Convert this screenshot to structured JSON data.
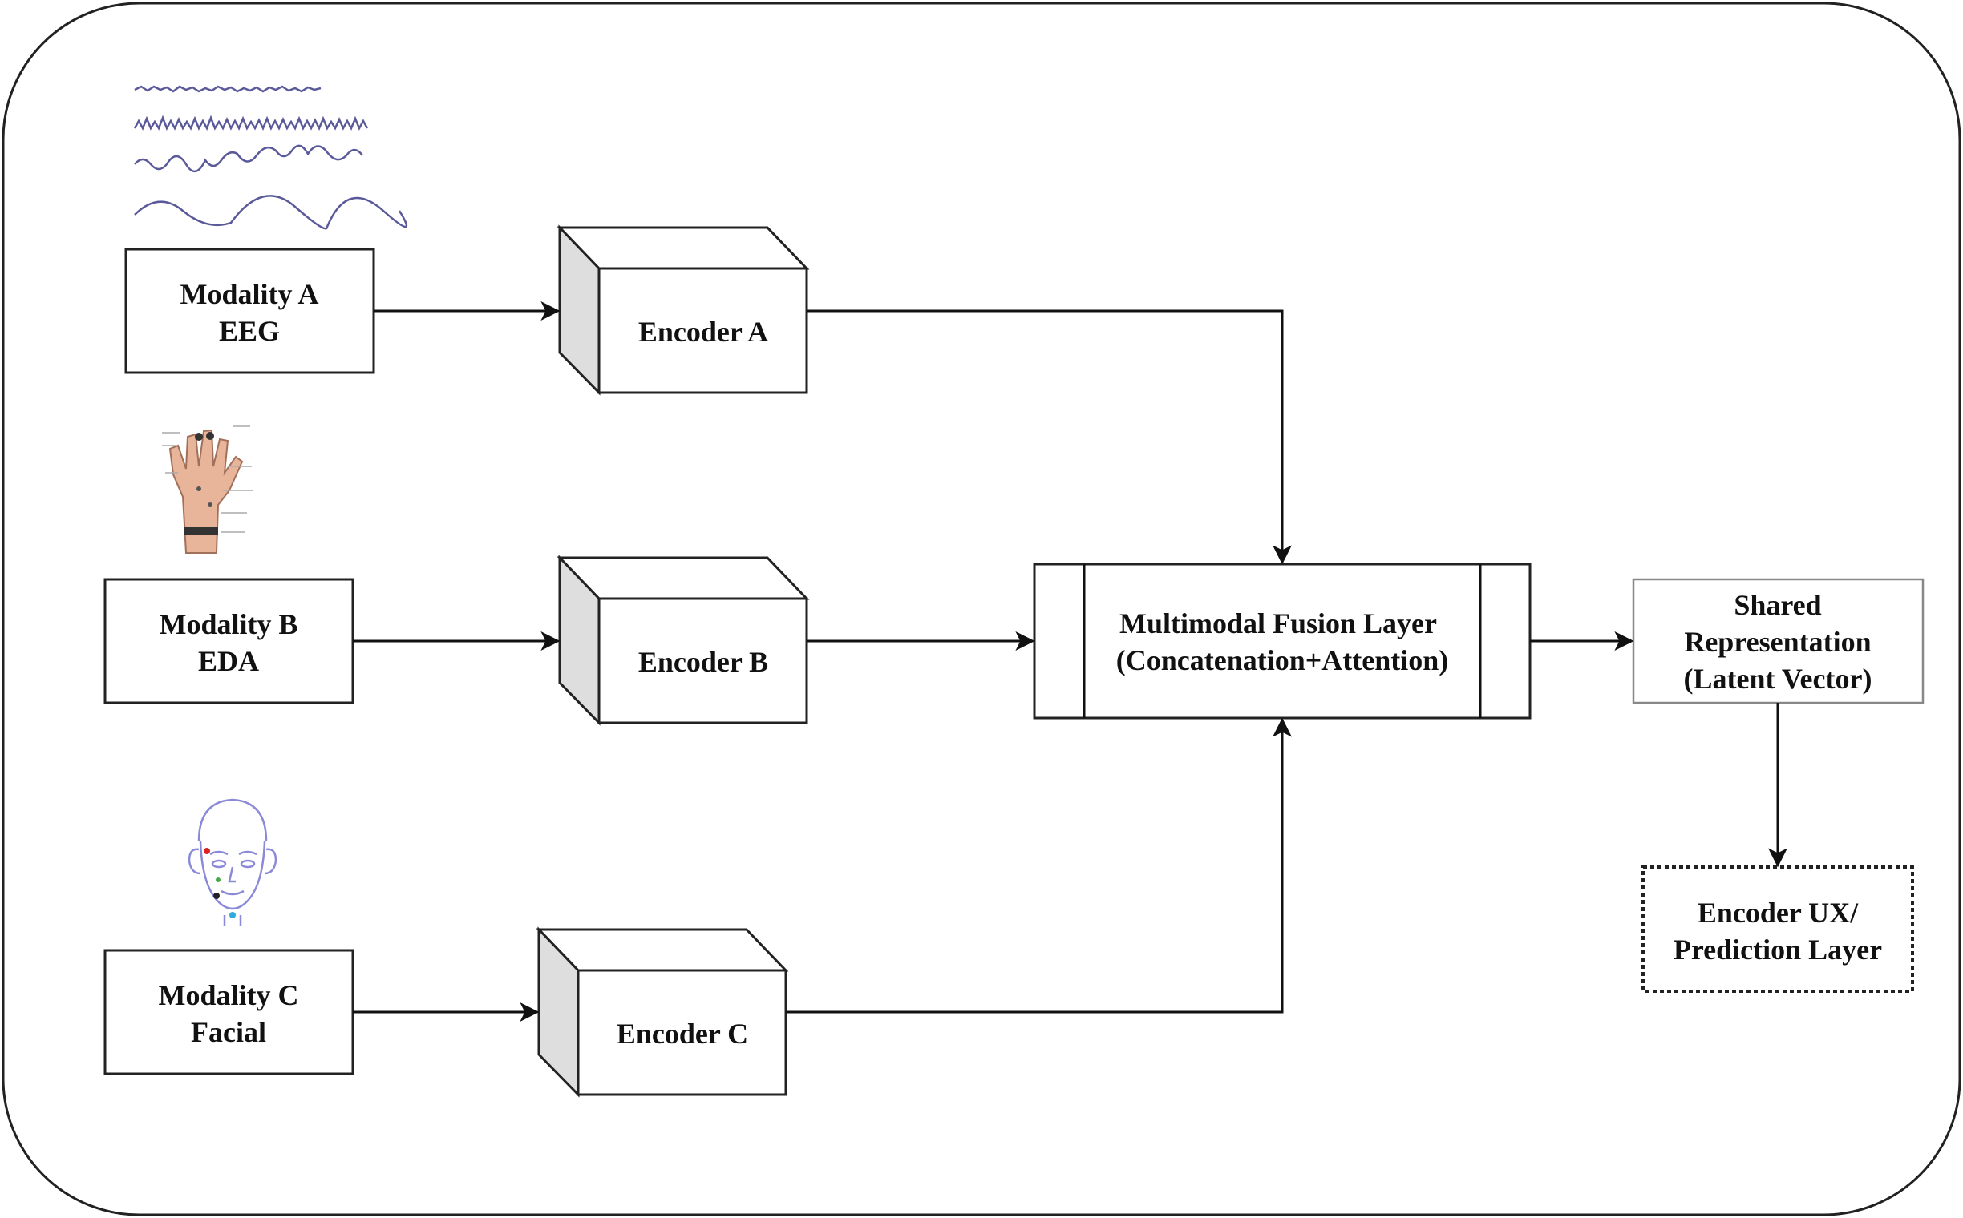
{
  "modalities": [
    {
      "title": "Modality A",
      "name": "EEG"
    },
    {
      "title": "Modality B",
      "name": "EDA"
    },
    {
      "title": "Modality C",
      "name": "Facial"
    }
  ],
  "encoders": [
    "Encoder A",
    "Encoder B",
    "Encoder C"
  ],
  "fusion": {
    "line1": "Multimodal Fusion Layer",
    "line2": "(Concatenation+Attention)"
  },
  "shared": {
    "line1": "Shared",
    "line2": "Representation",
    "line3": "(Latent Vector)"
  },
  "prediction": {
    "line1": "Encoder UX/",
    "line2": "Prediction Layer"
  },
  "icons": [
    "eeg-waveform-icon",
    "hand-electrode-icon",
    "face-landmark-icon"
  ],
  "colors": {
    "stroke": "#222222",
    "encoder_side": "#dedede",
    "shared_border": "#888888",
    "eeg_wave": "#5a5a9a",
    "face_lines": "#8a8ad8",
    "hand_skin": "#e8b49a"
  }
}
